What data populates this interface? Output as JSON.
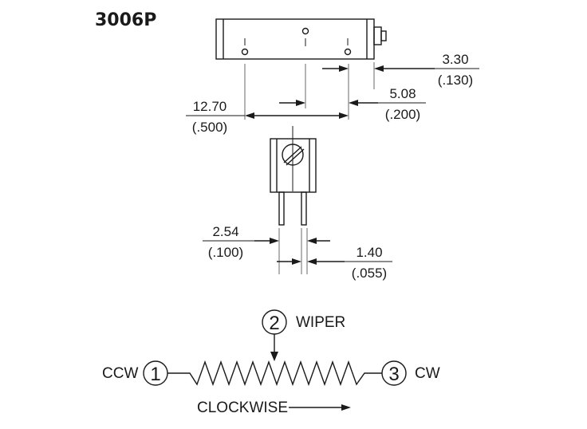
{
  "title": "3006P",
  "dimensions": {
    "d1": {
      "mm": "3.30",
      "in": "(.130)"
    },
    "d2": {
      "mm": "5.08",
      "in": "(.200)"
    },
    "d3": {
      "mm": "12.70",
      "in": "(.500)"
    },
    "d4": {
      "mm": "2.54",
      "in": "(.100)"
    },
    "d5": {
      "mm": "1.40",
      "in": "(.055)"
    }
  },
  "schematic": {
    "pin1_number": "1",
    "pin1_label": "CCW",
    "pin2_number": "2",
    "pin2_label": "WIPER",
    "pin3_number": "3",
    "pin3_label": "CW",
    "direction_label": "CLOCKWISE"
  }
}
